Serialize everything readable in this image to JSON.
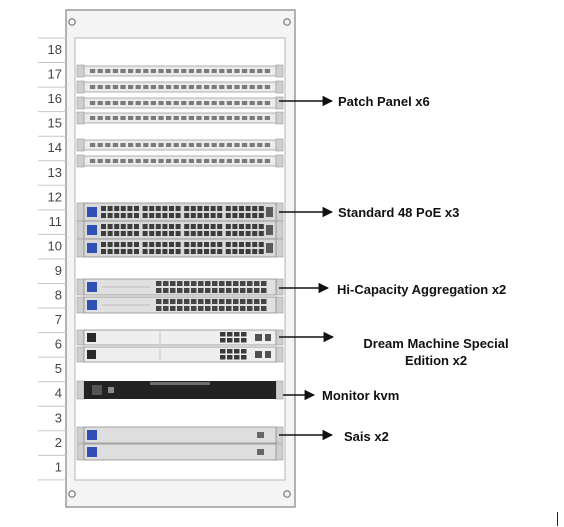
{
  "rack": {
    "unit_numbers": [
      "18",
      "17",
      "16",
      "15",
      "14",
      "13",
      "12",
      "11",
      "10",
      "9",
      "8",
      "7",
      "6",
      "5",
      "4",
      "3",
      "2",
      "1"
    ]
  },
  "callouts": [
    {
      "id": "patch-panel",
      "lines": [
        "Patch Panel x6"
      ]
    },
    {
      "id": "standard-48-poe",
      "lines": [
        "Standard 48 PoE x3"
      ]
    },
    {
      "id": "hi-capacity-aggregation",
      "lines": [
        "Hi-Capacity Aggregation x2"
      ]
    },
    {
      "id": "dream-machine-se",
      "lines": [
        "Dream Machine Special",
        "Edition x2"
      ]
    },
    {
      "id": "monitor-kvm",
      "lines": [
        "Monitor kvm"
      ]
    },
    {
      "id": "sais",
      "lines": [
        "Sais x2"
      ]
    }
  ],
  "colors": {
    "frame": "#9a9a9a",
    "device_light": "#e4e4e4",
    "device_dark": "#222222",
    "brand_blue": "#2f4fb5",
    "arrow": "#111111"
  }
}
